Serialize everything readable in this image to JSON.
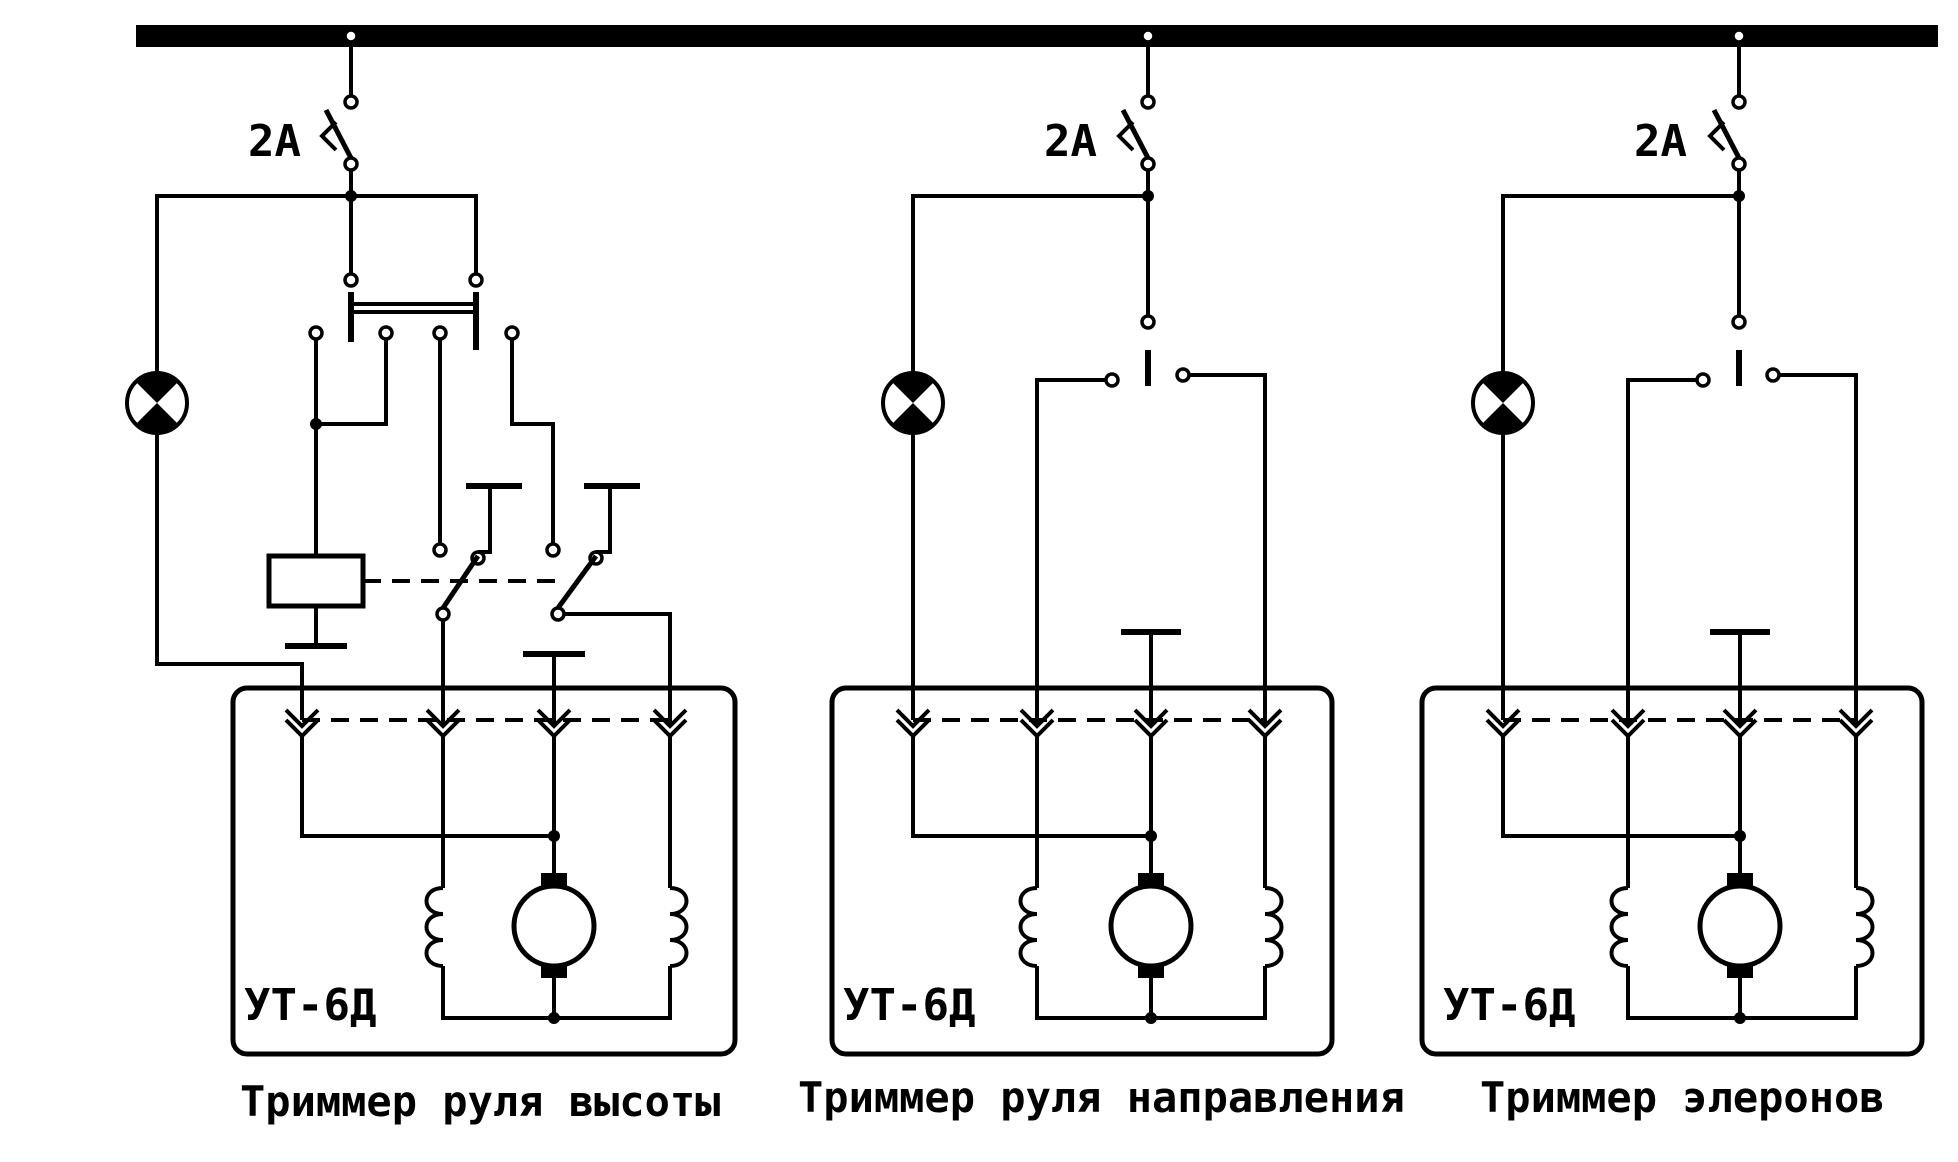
{
  "bus": {
    "name": "power-bus"
  },
  "channels": [
    {
      "fuse_label": "2А",
      "unit_label": "УТ-6Д",
      "caption": "Триммер руля высоты"
    },
    {
      "fuse_label": "2А",
      "unit_label": "УТ-6Д",
      "caption": "Триммер руля направления"
    },
    {
      "fuse_label": "2А",
      "unit_label": "УТ-6Д",
      "caption": "Триммер элеронов"
    }
  ],
  "colors": {
    "ink": "#000000",
    "paper": "#ffffff"
  }
}
